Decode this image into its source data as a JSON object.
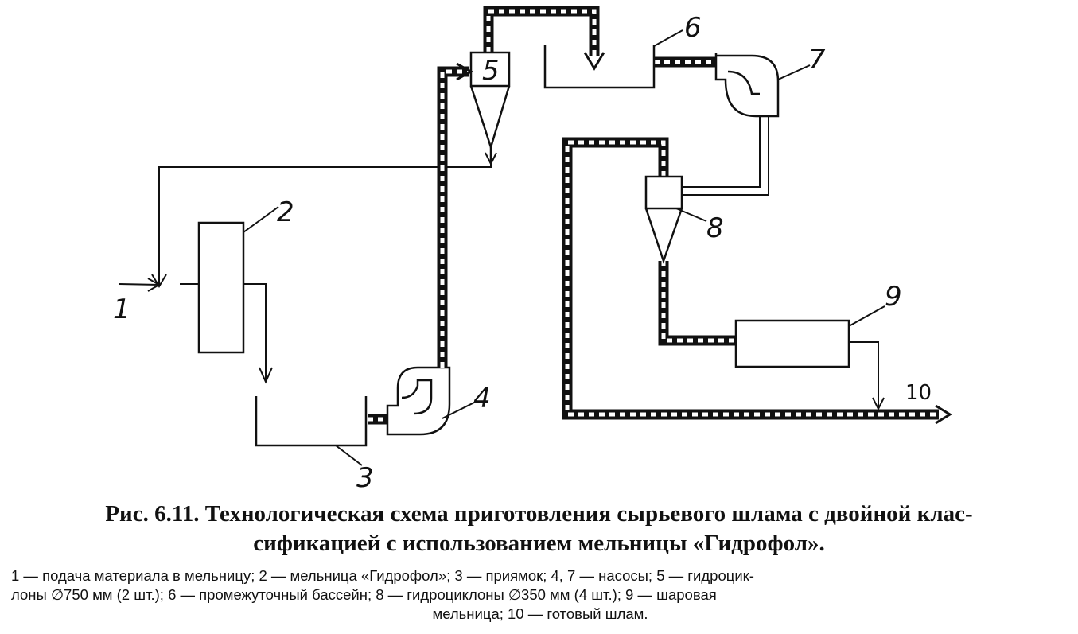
{
  "diagram": {
    "labels": {
      "l1": "1",
      "l2": "2",
      "l3": "3",
      "l4": "4",
      "l5": "5",
      "l6": "6",
      "l7": "7",
      "l8": "8",
      "l9": "9",
      "l10": "10"
    }
  },
  "caption": {
    "title_line1": "Рис. 6.11. Технологическая схема приготовления сырьевого шлама с двойной клас-",
    "title_line2": "сификацией с использованием мельницы «Гидрофол».",
    "legend_line1": "1 — подача материала в мельницу; 2 — мельница «Гидрофол»; 3 — приямок; 4, 7 — насосы; 5 — гидроцик-",
    "legend_line2": "лоны ∅750 мм (2 шт.); 6 — промежуточный бассейн; 8 — гидроциклоны ∅350 мм (4 шт.); 9 — шаровая",
    "legend_line3": "мельница; 10 — готовый шлам."
  }
}
